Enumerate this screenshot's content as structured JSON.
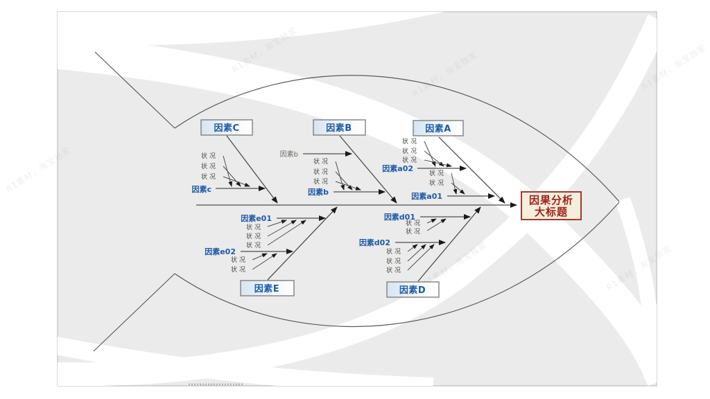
{
  "watermark": {
    "text": "R1素材，淘宝独家"
  },
  "head": {
    "line1": "因果分析",
    "line2": "大标题"
  },
  "labels": {
    "condition": "状况",
    "factor_c_box": "因素C",
    "factor_b_box": "因素B",
    "factor_a_box": "因素A",
    "factor_e_box": "因素E",
    "factor_d_box": "因素D",
    "sub_c": "因素c",
    "sub_b_small": "因素b",
    "sub_b": "因素b",
    "sub_a02": "因素a02",
    "sub_a01": "因素a01",
    "sub_e01": "因素e01",
    "sub_e02": "因素e02",
    "sub_d01": "因素d01",
    "sub_d02": "因素d02"
  },
  "colors": {
    "accent_blue": "#1e5aa8",
    "title_red": "#a32219",
    "title_box_fill": "#f5eedc",
    "title_box_border": "#9c3a30",
    "line_gray": "#4d4d4d",
    "page_gray": "#ebebeb"
  }
}
